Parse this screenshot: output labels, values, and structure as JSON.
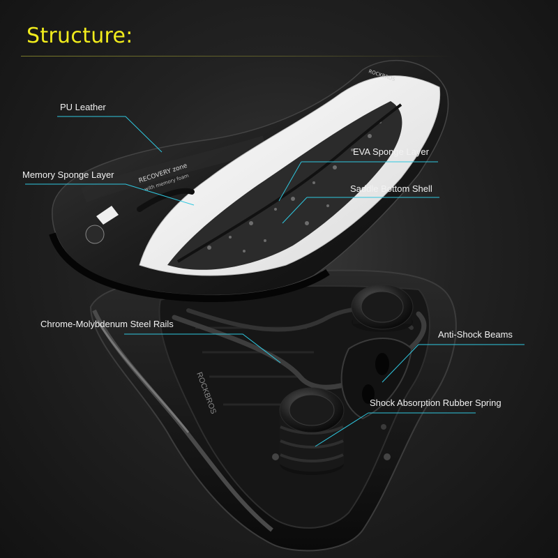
{
  "header": {
    "title": "Structure:"
  },
  "labels": {
    "pu_leather": "PU Leather",
    "memory_sponge": "Memory Sponge Layer",
    "eva_sponge": "EVA Sponge Layer",
    "bottom_shell": "Saddle Bottom Shell",
    "rails": "Chrome-Molybdenum Steel Rails",
    "anti_shock": "Anti-Shock Beams",
    "rubber_spring": "Shock Absorption Rubber Spring"
  },
  "saddle_print": {
    "line1": "RECOVERY zone",
    "line2": "with memory foam",
    "side_brand": "ROCKBROS",
    "top_edge": "ROCKBROS"
  },
  "colors": {
    "title": "#f1ec1c",
    "leader_line": "#2fc8e0",
    "label": "#f2f2f2",
    "background": "#1c1c1c"
  }
}
